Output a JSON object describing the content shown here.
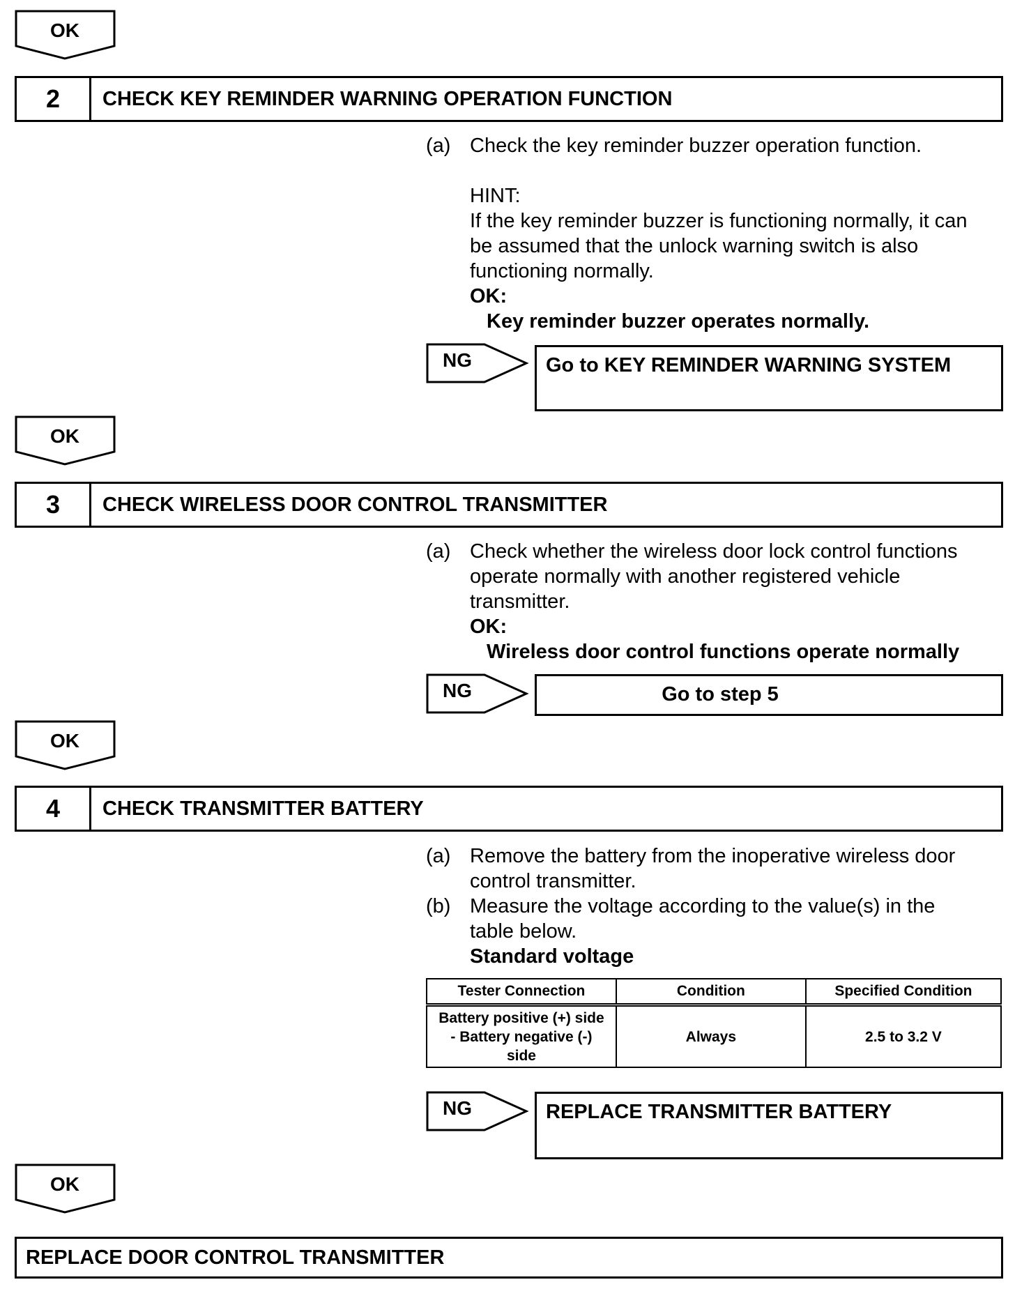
{
  "ok_label": "OK",
  "ng_label": "NG",
  "step2": {
    "number": "2",
    "title": "CHECK KEY REMINDER WARNING OPERATION FUNCTION",
    "item_a_label": "(a)",
    "item_a_text": "Check the key reminder buzzer operation function.",
    "hint_label": "HINT:",
    "hint_line1": "If the key reminder buzzer is functioning normally, it can",
    "hint_line2": "be assumed that the unlock warning switch is also",
    "hint_line3": "functioning normally.",
    "ok_heading": "OK:",
    "ok_spec": "Key reminder buzzer operates normally.",
    "ng_action": "Go to KEY REMINDER WARNING SYSTEM"
  },
  "step3": {
    "number": "3",
    "title": "CHECK WIRELESS DOOR CONTROL TRANSMITTER",
    "item_a_label": "(a)",
    "item_a_line1": "Check whether the wireless door lock control functions",
    "item_a_line2": "operate normally with another registered vehicle",
    "item_a_line3": "transmitter.",
    "ok_heading": "OK:",
    "ok_spec": "Wireless door control functions operate normally",
    "ng_action": "Go to step 5"
  },
  "step4": {
    "number": "4",
    "title": "CHECK TRANSMITTER BATTERY",
    "item_a_label": "(a)",
    "item_a_line1": "Remove the battery from the inoperative wireless door",
    "item_a_line2": "control transmitter.",
    "item_b_label": "(b)",
    "item_b_line1": "Measure the voltage according to the value(s) in the",
    "item_b_line2": "table below.",
    "table_title": "Standard voltage",
    "table": {
      "headers": [
        "Tester Connection",
        "Condition",
        "Specified Condition"
      ],
      "row": {
        "connection_line1": "Battery positive (+) side",
        "connection_line2": "- Battery negative (-)",
        "connection_line3": "side",
        "condition": "Always",
        "specified": "2.5 to 3.2 V"
      }
    },
    "ng_action": "REPLACE TRANSMITTER BATTERY"
  },
  "final_action": "REPLACE DOOR CONTROL TRANSMITTER"
}
